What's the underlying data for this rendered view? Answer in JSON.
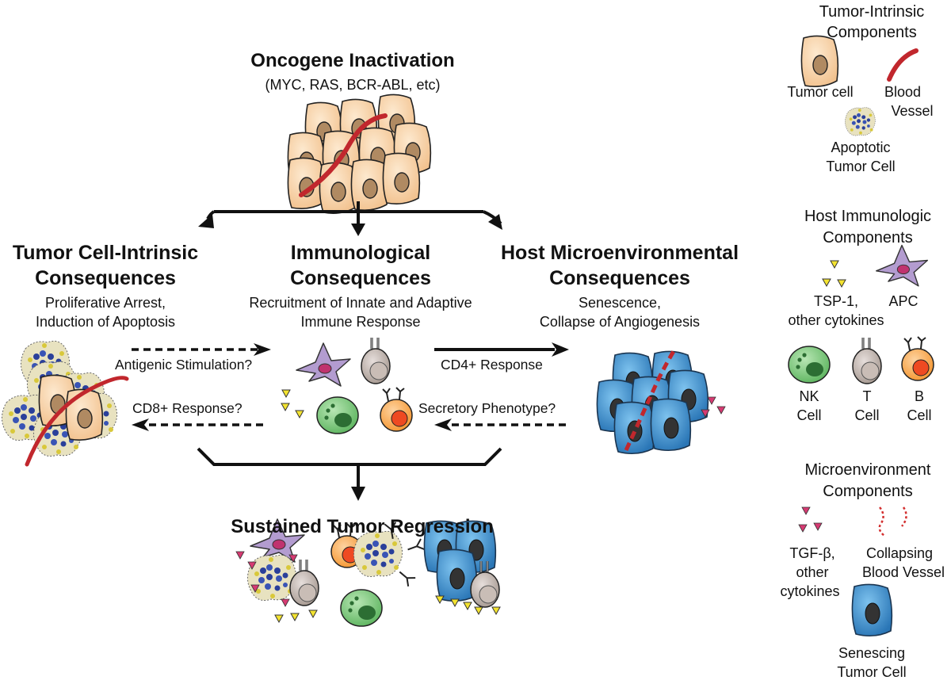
{
  "top": {
    "title": "Oncogene Inactivation",
    "subtitle": "(MYC, RAS, BCR-ABL, etc)"
  },
  "branches": {
    "intrinsic": {
      "title1": "Tumor Cell-Intrinsic",
      "title2": "Consequences",
      "desc1": "Proliferative Arrest,",
      "desc2": "Induction of Apoptosis"
    },
    "immuno": {
      "title1": "Immunological",
      "title2": "Consequences",
      "desc1": "Recruitment of Innate and Adaptive",
      "desc2": "Immune Response"
    },
    "host": {
      "title1": "Host Microenvironmental",
      "title2": "Consequences",
      "desc1": "Senescence,",
      "desc2": "Collapse of Angiogenesis"
    }
  },
  "arrows": {
    "antigenic": "Antigenic Stimulation?",
    "cd8": "CD8+ Response?",
    "cd4": "CD4+ Response",
    "secretory": "Secretory Phenotype?"
  },
  "bottom": {
    "title": "Sustained Tumor Regression"
  },
  "legend": {
    "tumor_intrinsic": {
      "title1": "Tumor-Intrinsic",
      "title2": "Components",
      "tumor_cell": "Tumor cell",
      "blood1": "Blood",
      "blood2": "Vessel",
      "apop1": "Apoptotic",
      "apop2": "Tumor Cell"
    },
    "host_immuno": {
      "title1": "Host Immunologic",
      "title2": "Components",
      "tsp1": "TSP-1,",
      "tsp2": "other cytokines",
      "apc": "APC",
      "nk1": "NK",
      "nk2": "Cell",
      "t1": "T",
      "t2": "Cell",
      "b1": "B",
      "b2": "Cell"
    },
    "micro": {
      "title1": "Microenvironment",
      "title2": "Components",
      "tgf1": "TGF-β,",
      "tgf2": "other",
      "tgf3": "cytokines",
      "col1": "Collapsing",
      "col2": "Blood Vessel",
      "sen1": "Senescing",
      "sen2": "Tumor Cell"
    }
  },
  "colors": {
    "tumor_fill": "#f9d9b4",
    "tumor_nucleus": "#b08a62",
    "vessel": "#c1272d",
    "senescent_fill": "#3f8fcc",
    "senescent_nucleus": "#333333",
    "nk_fill": "#78c87a",
    "t_fill": "#b9aea7",
    "b_fill": "#f7a64a",
    "b_nucleus": "#ee4a22",
    "apc_fill": "#b39cd0",
    "apc_nucleus": "#c0336f",
    "tsp_fill": "#f3e330",
    "tgf_fill": "#d63a72"
  }
}
